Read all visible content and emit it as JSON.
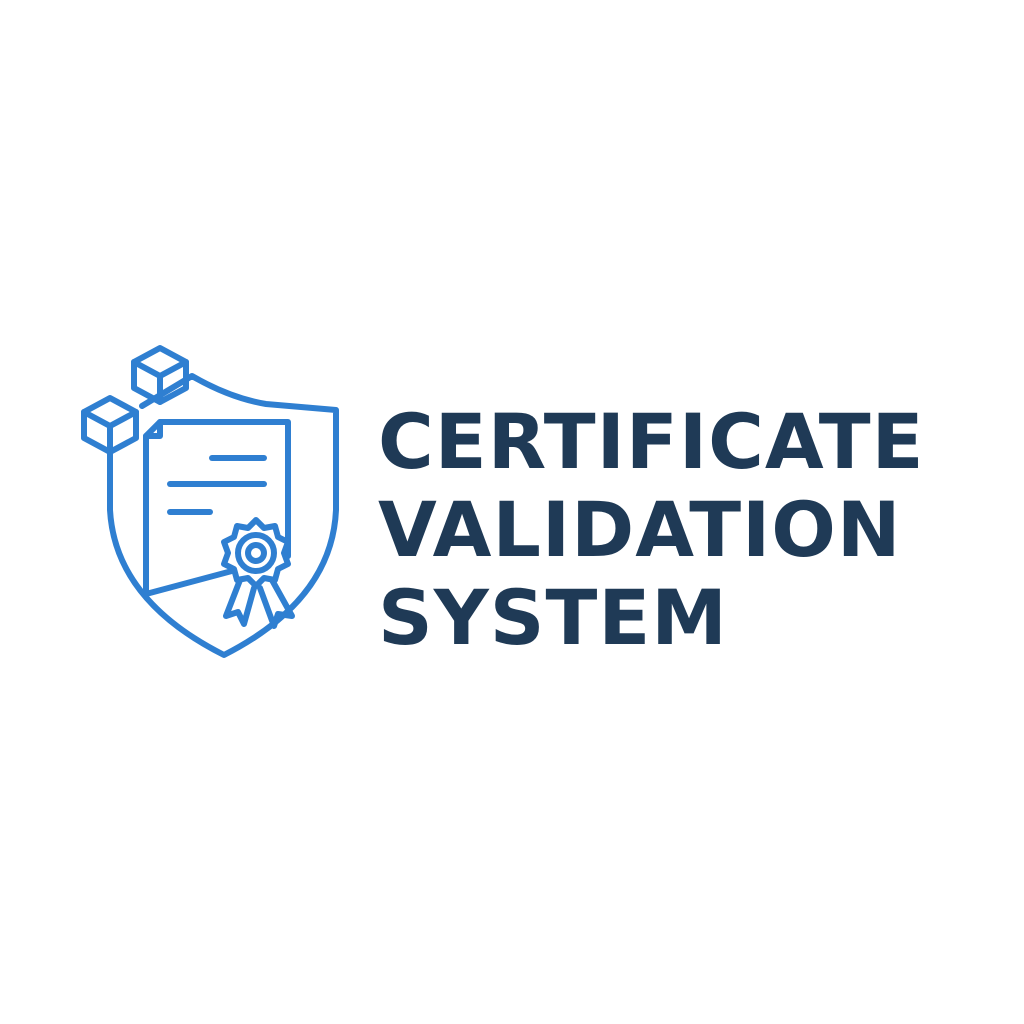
{
  "brand": {
    "lines": [
      "CERTIFICATE",
      "VALIDATION",
      "SYSTEM"
    ],
    "text_color": "#1f3a56",
    "icon_color": "#2f7fd1"
  },
  "logo": {
    "icon": "shield-certificate-blockchain-icon",
    "parts": [
      "blockchain-cube-icon",
      "shield-icon",
      "document-icon",
      "award-ribbon-icon"
    ]
  }
}
